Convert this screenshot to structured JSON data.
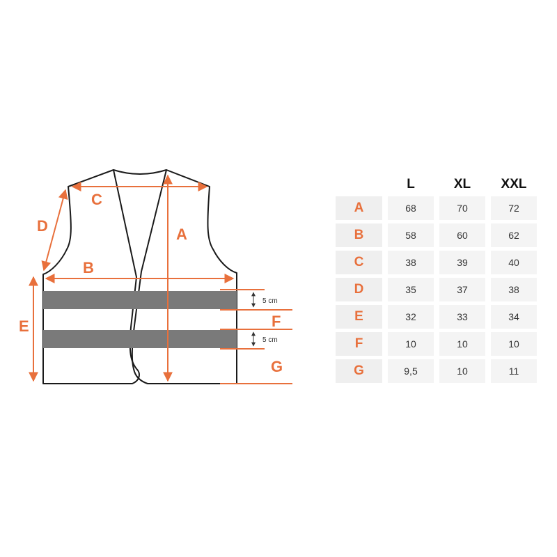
{
  "colors": {
    "accent": "#E8703C",
    "stripe": "#7A7A7A",
    "outline": "#1A1A1A",
    "cell": "#F4F4F4",
    "label_cell": "#EFEFEF"
  },
  "diagram": {
    "labels": {
      "a": "A",
      "b": "B",
      "c": "C",
      "d": "D",
      "e": "E",
      "f": "F",
      "g": "G"
    },
    "stripe_width_1": "5 cm",
    "stripe_width_2": "5 cm"
  },
  "size_table": {
    "columns": [
      "L",
      "XL",
      "XXL"
    ],
    "rows": [
      {
        "label": "A",
        "values": [
          "68",
          "70",
          "72"
        ]
      },
      {
        "label": "B",
        "values": [
          "58",
          "60",
          "62"
        ]
      },
      {
        "label": "C",
        "values": [
          "38",
          "39",
          "40"
        ]
      },
      {
        "label": "D",
        "values": [
          "35",
          "37",
          "38"
        ]
      },
      {
        "label": "E",
        "values": [
          "32",
          "33",
          "34"
        ]
      },
      {
        "label": "F",
        "values": [
          "10",
          "10",
          "10"
        ]
      },
      {
        "label": "G",
        "values": [
          "9,5",
          "10",
          "11"
        ]
      }
    ]
  }
}
